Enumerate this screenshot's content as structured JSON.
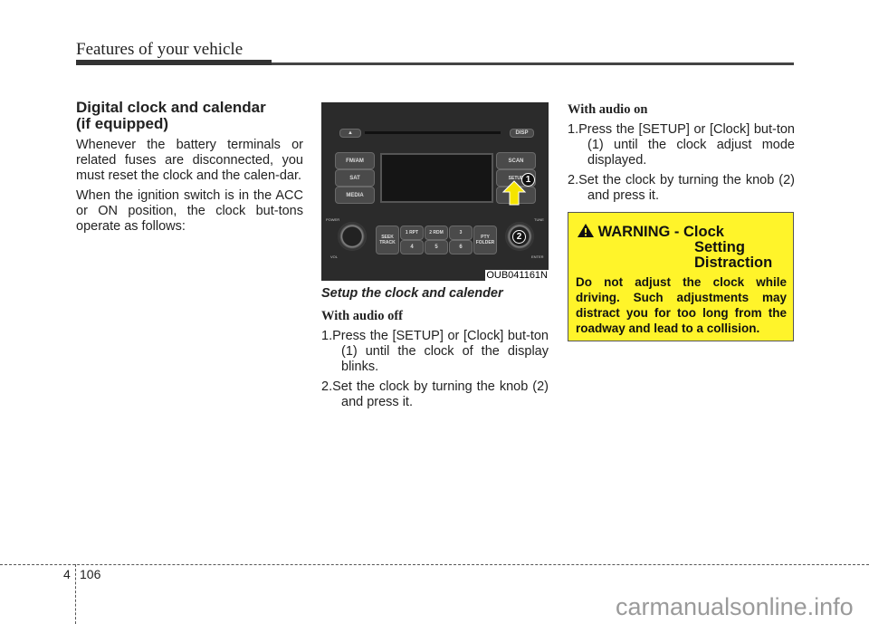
{
  "header": {
    "title": "Features of your vehicle"
  },
  "left": {
    "heading_line1": "Digital clock and calendar",
    "heading_line2": "(if equipped)",
    "para1": "Whenever the battery terminals or related fuses are disconnected, you must reset the clock and the calen-dar.",
    "para2": "When the ignition switch is in the ACC or ON position, the clock but-tons operate as follows:"
  },
  "figure": {
    "code": "OUB041161N",
    "buttons": {
      "eject": "▲",
      "disp": "DISP",
      "fmam": "FM/AM",
      "sat": "SAT",
      "media": "MEDIA",
      "scan": "SCAN",
      "setup": "SETUP",
      "seek": "SEEK TRACK",
      "b1": "1 RPT",
      "b2": "2 RDM",
      "b3": "3",
      "pty": "PTY FOLDER",
      "b4": "4",
      "b5": "5",
      "b6": "6",
      "power": "POWER",
      "vol": "VOL",
      "tune": "TUNE",
      "enter": "ENTER"
    },
    "callout1": "1",
    "callout2": "2",
    "caption": "Setup the clock and calender"
  },
  "audio_off": {
    "title": "With audio off",
    "steps": [
      "1.Press the [SETUP] or [Clock] but-ton (1) until the clock of the display blinks.",
      "2.Set the clock by turning the knob (2) and press it."
    ]
  },
  "audio_on": {
    "title": "With audio on",
    "steps": [
      "1.Press the [SETUP] or [Clock] but-ton (1) until the clock adjust mode displayed.",
      "2.Set the clock by turning the knob (2) and press it."
    ]
  },
  "warning": {
    "label": "WARNING -",
    "title_line1": "Clock",
    "title_line2": "Setting",
    "title_line3": "Distraction",
    "body": "Do not adjust the clock while driving. Such adjustments may distract you for too long from the roadway and lead to a collision.",
    "color": "#fff42a"
  },
  "footer": {
    "section": "4",
    "page": "106",
    "watermark": "carmanualsonline.info"
  }
}
